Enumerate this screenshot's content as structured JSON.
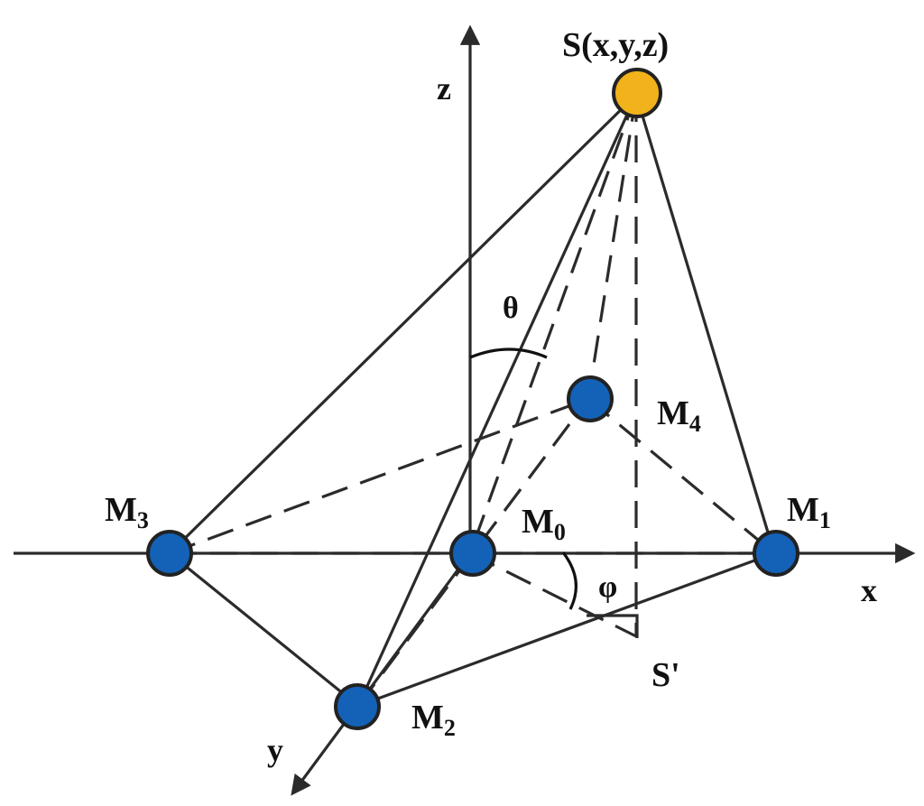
{
  "diagram": {
    "labels": {
      "source": "S(x,y,z)",
      "projection": "S'",
      "axis_x": "x",
      "axis_y": "y",
      "axis_z": "z",
      "theta": "θ",
      "phi": "φ"
    },
    "nodes": {
      "m0": {
        "letter": "M",
        "index": "0"
      },
      "m1": {
        "letter": "M",
        "index": "1"
      },
      "m2": {
        "letter": "M",
        "index": "2"
      },
      "m3": {
        "letter": "M",
        "index": "3"
      },
      "m4": {
        "letter": "M",
        "index": "4"
      }
    },
    "colors": {
      "sensor_node": "#1462b8",
      "source_node": "#f2b21b",
      "line": "#2b2b2b"
    }
  }
}
